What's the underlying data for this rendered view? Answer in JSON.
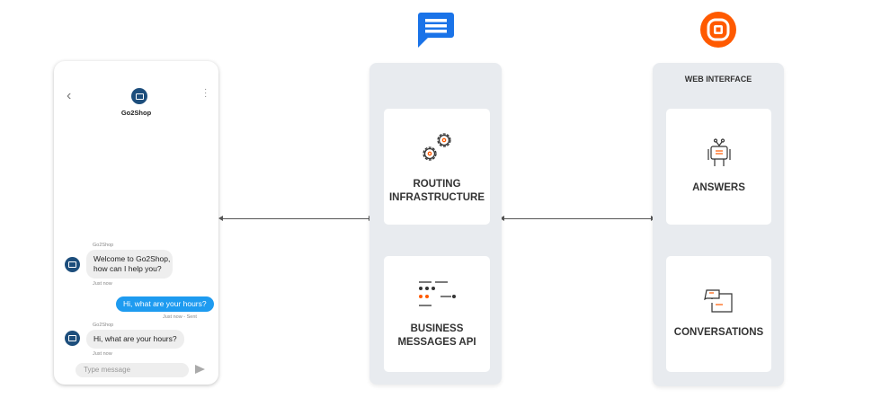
{
  "phone": {
    "title": "Go2Shop",
    "messages": [
      {
        "sender": "Go2Shop",
        "text_line1": "Welcome to Go2Shop,",
        "text_line2": "how can I help you?",
        "meta": "Just now"
      },
      {
        "text": "Hi, what are your hours?",
        "meta": "Just now - Sent"
      },
      {
        "sender": "Go2Shop",
        "text": "Hi, what are your hours?",
        "meta": "Just now"
      }
    ],
    "input_placeholder": "Type message"
  },
  "middle": {
    "cards": [
      {
        "line1": "ROUTING",
        "line2": "INFRASTRUCTURE"
      },
      {
        "line1": "BUSINESS",
        "line2": "MESSAGES API"
      }
    ]
  },
  "right": {
    "header": "WEB INTERFACE",
    "cards": [
      {
        "label": "ANSWERS"
      },
      {
        "label": "CONVERSATIONS"
      }
    ]
  },
  "colors": {
    "blue": "#1a73e8",
    "orange": "#ff5a00",
    "bubble_sent": "#1e9bf0",
    "avatar": "#1d4e7c"
  }
}
